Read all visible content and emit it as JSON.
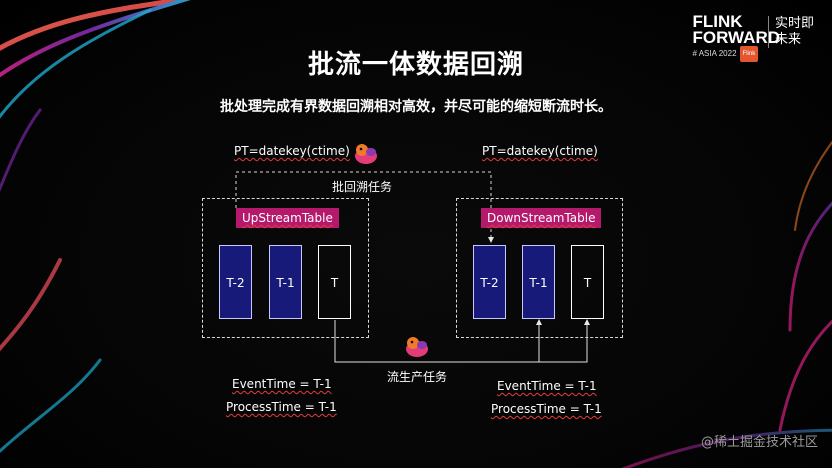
{
  "slide": {
    "title": "批流一体数据回溯",
    "subtitle": "批处理完成有界数据回溯相对高效，并尽可能的缩短断流时长。"
  },
  "logo": {
    "line1": "FLINK",
    "line2": "FORWARD",
    "line3": "# ASIA 2022",
    "tag": "Flink",
    "cn_line1": "实时即",
    "cn_line2": "未来"
  },
  "left": {
    "pt": "PT=datekey(ctime)",
    "table": "UpStreamTable",
    "partitions": [
      "T-2",
      "T-1",
      "T"
    ],
    "event_time": "EventTime = T-1",
    "process_time": "ProcessTime = T-1"
  },
  "right": {
    "pt": "PT=datekey(ctime)",
    "table": "DownStreamTable",
    "partitions": [
      "T-2",
      "T-1",
      "T"
    ],
    "event_time": "EventTime = T-1",
    "process_time": "ProcessTime = T-1"
  },
  "tasks": {
    "batch": "批回溯任务",
    "stream": "流生产任务"
  },
  "watermark": "@稀土掘金技术社区",
  "colors": {
    "table_label_bg": "#b4196c",
    "partition_fill": "#181a7a",
    "swirl_pink": "#c0207a",
    "swirl_cyan": "#1fb3d8"
  }
}
